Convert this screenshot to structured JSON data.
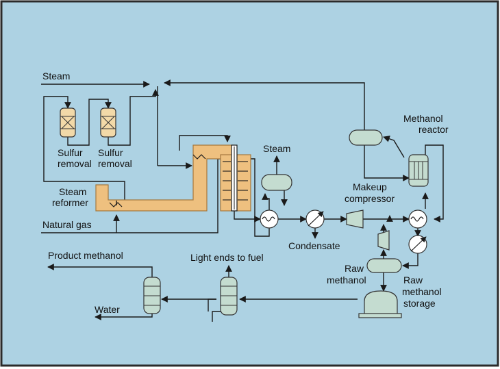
{
  "labels": {
    "steam_top": "Steam",
    "sulfur_removal_1": [
      "Sulfur",
      "removal"
    ],
    "sulfur_removal_2": [
      "Sulfur",
      "removal"
    ],
    "steam_reformer": [
      "Steam",
      "reformer"
    ],
    "natural_gas": "Natural gas",
    "steam_drum": "Steam",
    "condensate": "Condensate",
    "makeup_compressor": [
      "Makeup",
      "compressor"
    ],
    "methanol_reactor": [
      "Methanol",
      "reactor"
    ],
    "product_methanol": "Product methanol",
    "light_ends": "Light ends to fuel",
    "water": "Water",
    "raw_methanol": [
      "Raw",
      "methanol"
    ],
    "raw_methanol_storage": [
      "Raw",
      "methanol",
      "storage"
    ]
  },
  "colors": {
    "background": "#add2e3",
    "frame": "#2b2b2b",
    "reformer": "#eec07f",
    "reformer_outline": "#a5783e",
    "vessel": "#c4dcd0",
    "sulfur_vessel": "#f2d9a8",
    "line": "#1a1a1a"
  }
}
